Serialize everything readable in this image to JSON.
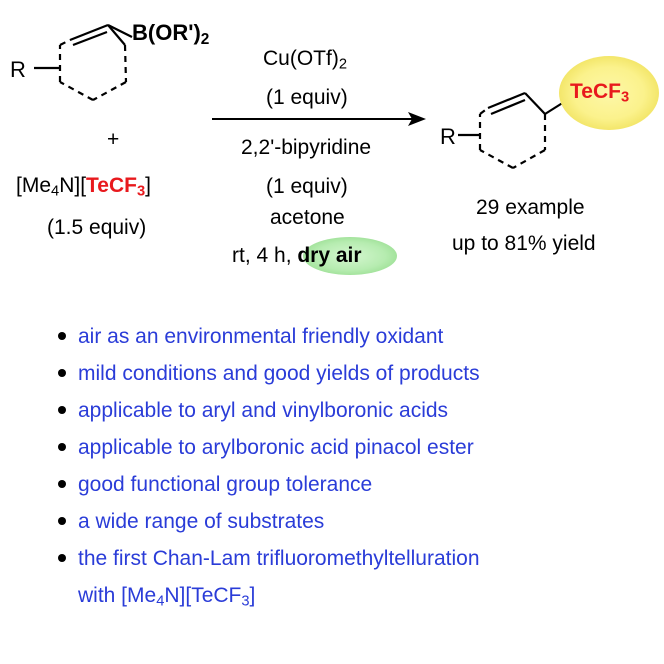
{
  "reactant1": {
    "boron_group": "B(OR')",
    "boron_sub": "2",
    "r_label": "R"
  },
  "plus_sign": "+",
  "reactant2": {
    "bracket_open": "[Me",
    "sub4": "4",
    "mid": "N][",
    "reagent_red": "TeCF",
    "reagent_red_sub": "3",
    "bracket_close": "]",
    "equiv": "(1.5 equiv)"
  },
  "conditions_above": {
    "catalyst_main": "Cu(OTf)",
    "catalyst_sub": "2",
    "catalyst_equiv": "(1 equiv)"
  },
  "conditions_below": {
    "ligand": "2,2'-bipyridine",
    "ligand_equiv": "(1 equiv)",
    "solvent": "acetone",
    "time_prefix": "rt, 4 h, ",
    "atmosphere": "dry air"
  },
  "product": {
    "r_label": "R",
    "group": "TeCF",
    "group_sub": "3",
    "examples": "29 example",
    "yield": "up to 81% yield"
  },
  "bullets": [
    "air as an environmental friendly oxidant",
    "mild conditions and good yields of products",
    "applicable to aryl and vinylboronic acids",
    "applicable to arylboronic acid pinacol ester",
    "good functional group tolerance",
    "a wide range of substrates",
    "the first Chan-Lam trifluoromethyltelluration"
  ],
  "bullet_last_line": {
    "prefix": "with [Me",
    "sub4": "4",
    "mid": "N][TeCF",
    "sub3": "3",
    "suffix": "]"
  },
  "colors": {
    "red_text": "#e8191d",
    "bullet_text": "#2a3cd8",
    "yellow_highlight": "#fbf28c",
    "green_highlight": "#b6ecb0"
  }
}
